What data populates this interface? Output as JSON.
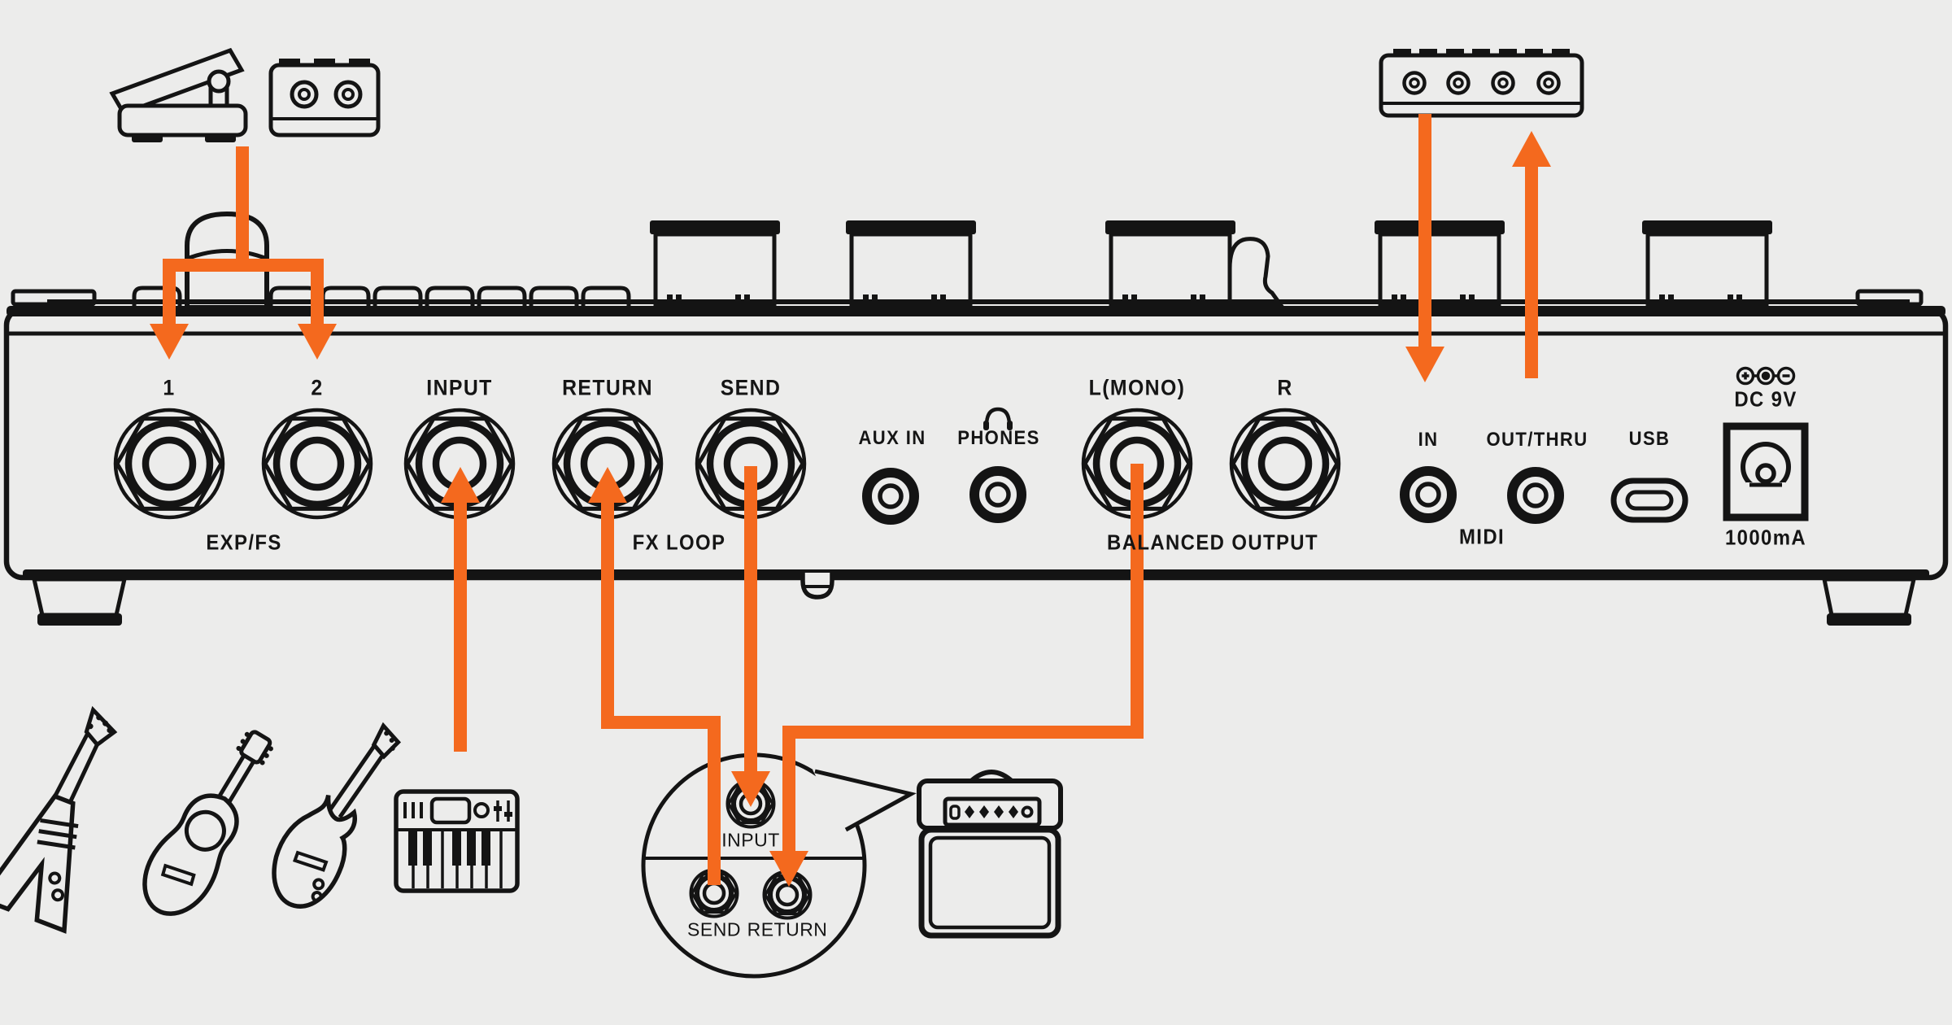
{
  "colors": {
    "background": "#ECECEB",
    "ink": "#141414",
    "accent": "#F4691E"
  },
  "rear_panel": {
    "jacks": {
      "exp_fs_1": {
        "label": "1"
      },
      "exp_fs_2": {
        "label": "2"
      },
      "input": {
        "label": "INPUT"
      },
      "fx_return": {
        "label": "RETURN"
      },
      "fx_send": {
        "label": "SEND"
      },
      "aux_in": {
        "label": "AUX IN"
      },
      "phones": {
        "label": "PHONES"
      },
      "out_left": {
        "label": "L(MONO)"
      },
      "out_right": {
        "label": "R"
      },
      "midi_in": {
        "label": "IN"
      },
      "midi_out": {
        "label": "OUT/THRU"
      },
      "usb": {
        "label": "USB"
      }
    },
    "sections": {
      "exp_fs": "EXP/FS",
      "fx_loop": "FX LOOP",
      "balanced_output": "BALANCED OUTPUT",
      "midi": "MIDI"
    },
    "power": {
      "voltage": "DC 9V",
      "current": "1000mA"
    }
  },
  "amp_callout": {
    "input": "INPUT",
    "send": "SEND",
    "return": "RETURN"
  },
  "icons": [
    "expression-pedal-icon",
    "footswitch-icon",
    "midi-controller-icon",
    "flying-v-guitar-icon",
    "acoustic-guitar-icon",
    "electric-guitar-icon",
    "keyboard-icon",
    "guitar-amp-icon",
    "headphones-icon",
    "dc-polarity-icon",
    "usb-c-port-icon",
    "power-jack-icon"
  ]
}
